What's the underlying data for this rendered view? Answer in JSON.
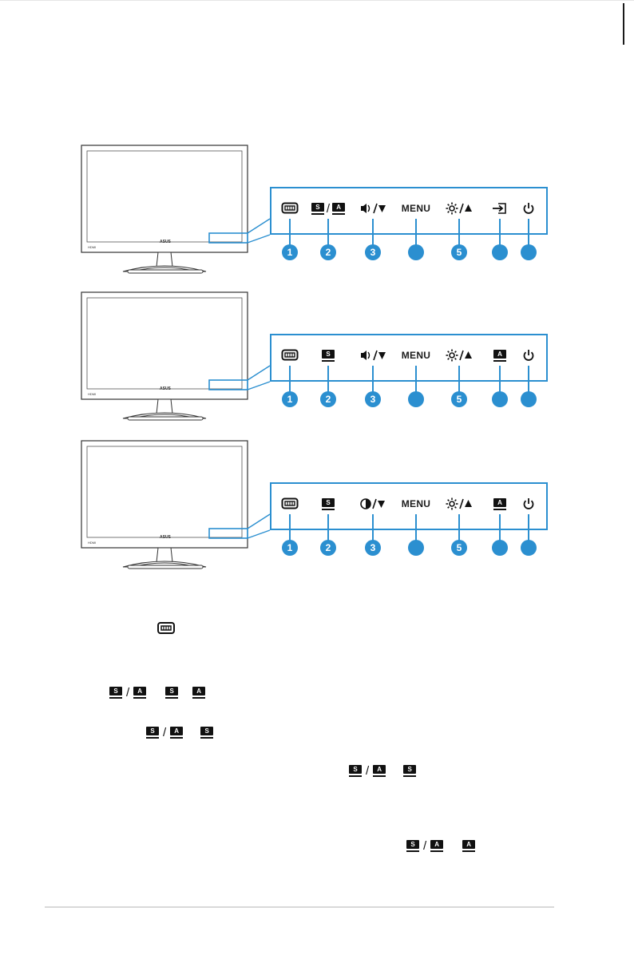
{
  "figures": [
    {
      "id": "model-a",
      "controls": [
        {
          "icon": "system-key-icon",
          "label": "",
          "number": "1"
        },
        {
          "icon": "splendid-autoadjust-icon",
          "label": "",
          "number": "2"
        },
        {
          "icon": "volume-down-icon",
          "label": "",
          "number": "3"
        },
        {
          "icon": "menu-text",
          "label": "MENU",
          "number": ""
        },
        {
          "icon": "brightness-up-icon",
          "label": "",
          "number": "5"
        },
        {
          "icon": "input-select-icon",
          "label": "",
          "number": ""
        },
        {
          "icon": "power-icon",
          "label": "",
          "number": ""
        }
      ]
    },
    {
      "id": "model-b",
      "controls": [
        {
          "icon": "system-key-icon",
          "label": "",
          "number": "1"
        },
        {
          "icon": "splendid-icon",
          "label": "",
          "number": "2"
        },
        {
          "icon": "volume-down-icon",
          "label": "",
          "number": "3"
        },
        {
          "icon": "menu-text",
          "label": "MENU",
          "number": ""
        },
        {
          "icon": "brightness-up-icon",
          "label": "",
          "number": "5"
        },
        {
          "icon": "autoadjust-icon",
          "label": "",
          "number": ""
        },
        {
          "icon": "power-icon",
          "label": "",
          "number": ""
        }
      ]
    },
    {
      "id": "model-c",
      "controls": [
        {
          "icon": "system-key-icon",
          "label": "",
          "number": "1"
        },
        {
          "icon": "splendid-icon",
          "label": "",
          "number": "2"
        },
        {
          "icon": "contrast-down-icon",
          "label": "",
          "number": "3"
        },
        {
          "icon": "menu-text",
          "label": "MENU",
          "number": ""
        },
        {
          "icon": "brightness-up-icon",
          "label": "",
          "number": "5"
        },
        {
          "icon": "autoadjust-icon",
          "label": "",
          "number": ""
        },
        {
          "icon": "power-icon",
          "label": "",
          "number": ""
        }
      ]
    }
  ],
  "key_letters": {
    "splendid": "S",
    "auto": "A"
  },
  "colors": {
    "accent": "#2b8fd0",
    "ink": "#111111",
    "monitor_line": "#333333"
  }
}
